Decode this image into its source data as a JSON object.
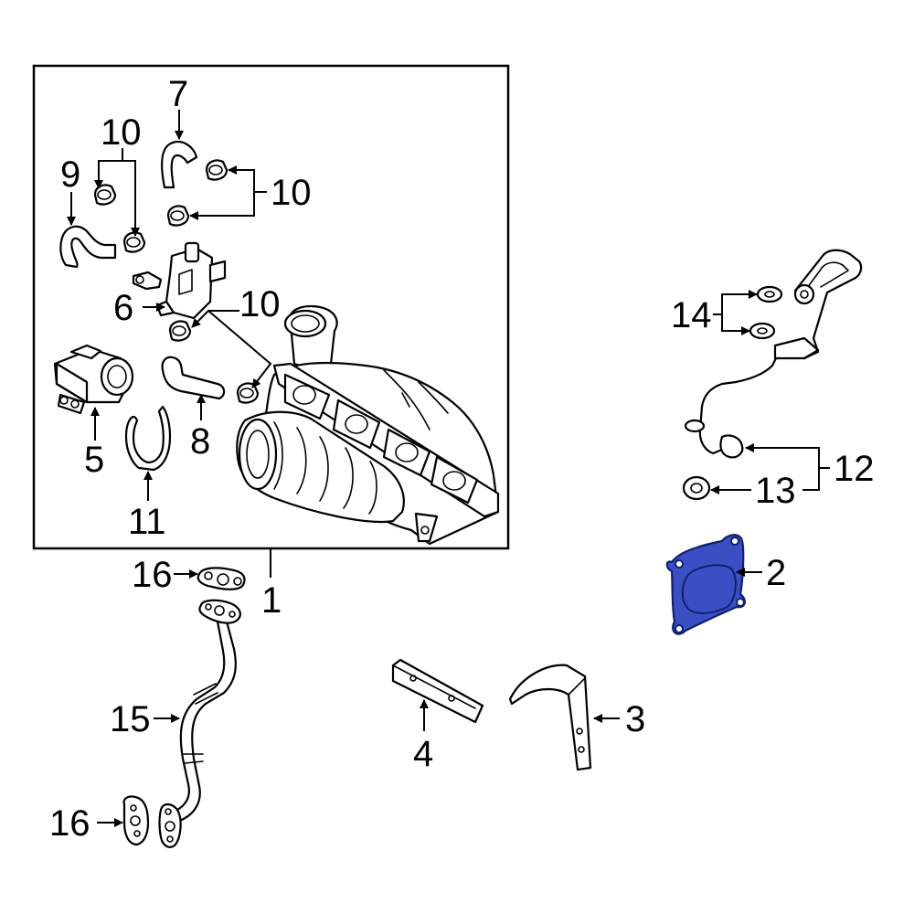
{
  "callouts": {
    "c1": "1",
    "c2": "2",
    "c3": "3",
    "c4": "4",
    "c5": "5",
    "c6": "6",
    "c7": "7",
    "c8": "8",
    "c9": "9",
    "c10a": "10",
    "c10b": "10",
    "c10c": "10",
    "c11": "11",
    "c12": "12",
    "c13": "13",
    "c14": "14",
    "c15": "15",
    "c16a": "16",
    "c16b": "16"
  },
  "highlighted_part": "2",
  "colors": {
    "highlight_fill": "#3a4fc4",
    "highlight_stroke": "#10206e",
    "line": "#000000",
    "background": "#ffffff"
  }
}
